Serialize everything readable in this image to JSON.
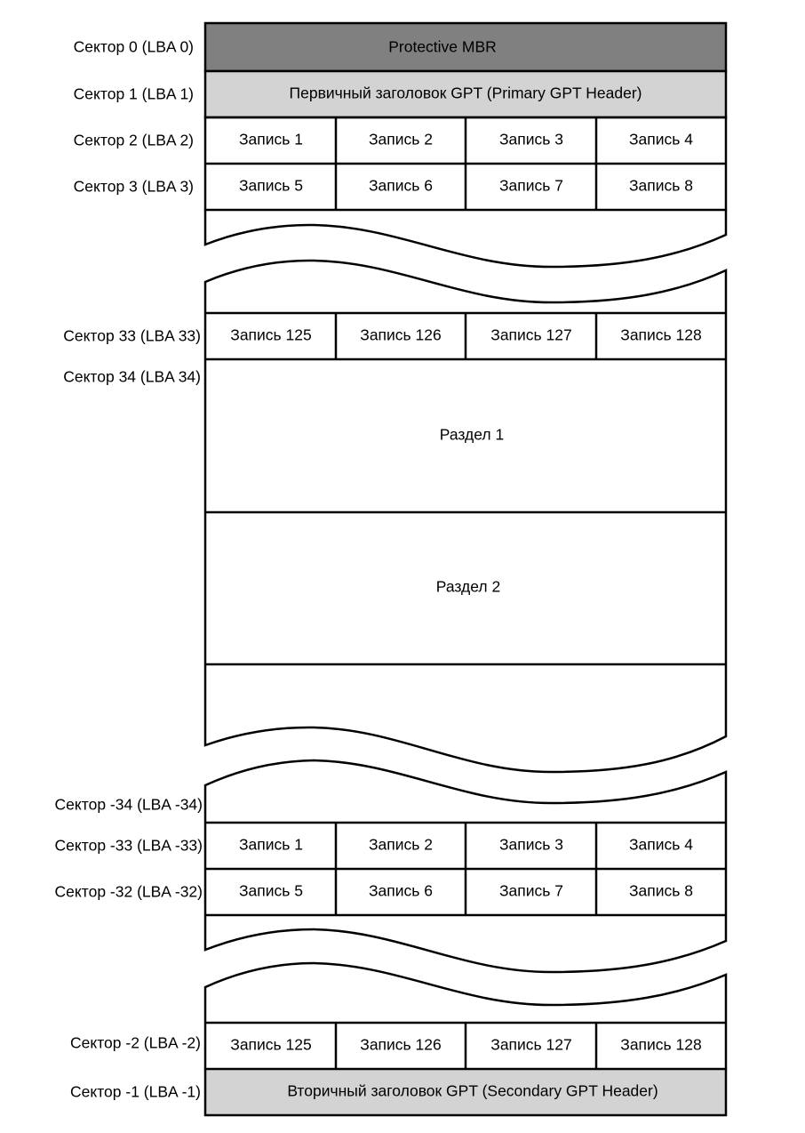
{
  "colors": {
    "mbr_fill": "#808080",
    "header_fill": "#d3d3d3",
    "cell_fill": "#ffffff",
    "line": "#000000"
  },
  "sector_labels": {
    "s0": "Сектор 0 (LBA 0)",
    "s1": "Сектор 1 (LBA 1)",
    "s2": "Сектор 2 (LBA 2)",
    "s3": "Сектор 3 (LBA 3)",
    "s33": "Сектор 33 (LBA 33)",
    "s34": "Сектор 34 (LBA 34)",
    "sm34": "Сектор -34 (LBA -34)",
    "sm33": "Сектор -33 (LBA -33)",
    "sm32": "Сектор -32 (LBA -32)",
    "sm2": "Сектор -2 (LBA -2)",
    "sm1": "Сектор -1 (LBA -1)"
  },
  "blocks": {
    "mbr": "Protective MBR",
    "primary_header": "Первичный заголовок GPT (Primary GPT Header)",
    "partition1": "Раздел 1",
    "partition2": "Раздел 2",
    "secondary_header": "Вторичный заголовок GPT (Secondary GPT Header)"
  },
  "primary_entries": {
    "row1": [
      "Запись 1",
      "Запись 2",
      "Запись 3",
      "Запись 4"
    ],
    "row2": [
      "Запись 5",
      "Запись 6",
      "Запись 7",
      "Запись 8"
    ],
    "last": [
      "Запись 125",
      "Запись 126",
      "Запись 127",
      "Запись 128"
    ]
  },
  "secondary_entries": {
    "row1": [
      "Запись 1",
      "Запись 2",
      "Запись 3",
      "Запись 4"
    ],
    "row2": [
      "Запись 5",
      "Запись 6",
      "Запись 7",
      "Запись 8"
    ],
    "last": [
      "Запись 125",
      "Запись 126",
      "Запись 127",
      "Запись 128"
    ]
  }
}
